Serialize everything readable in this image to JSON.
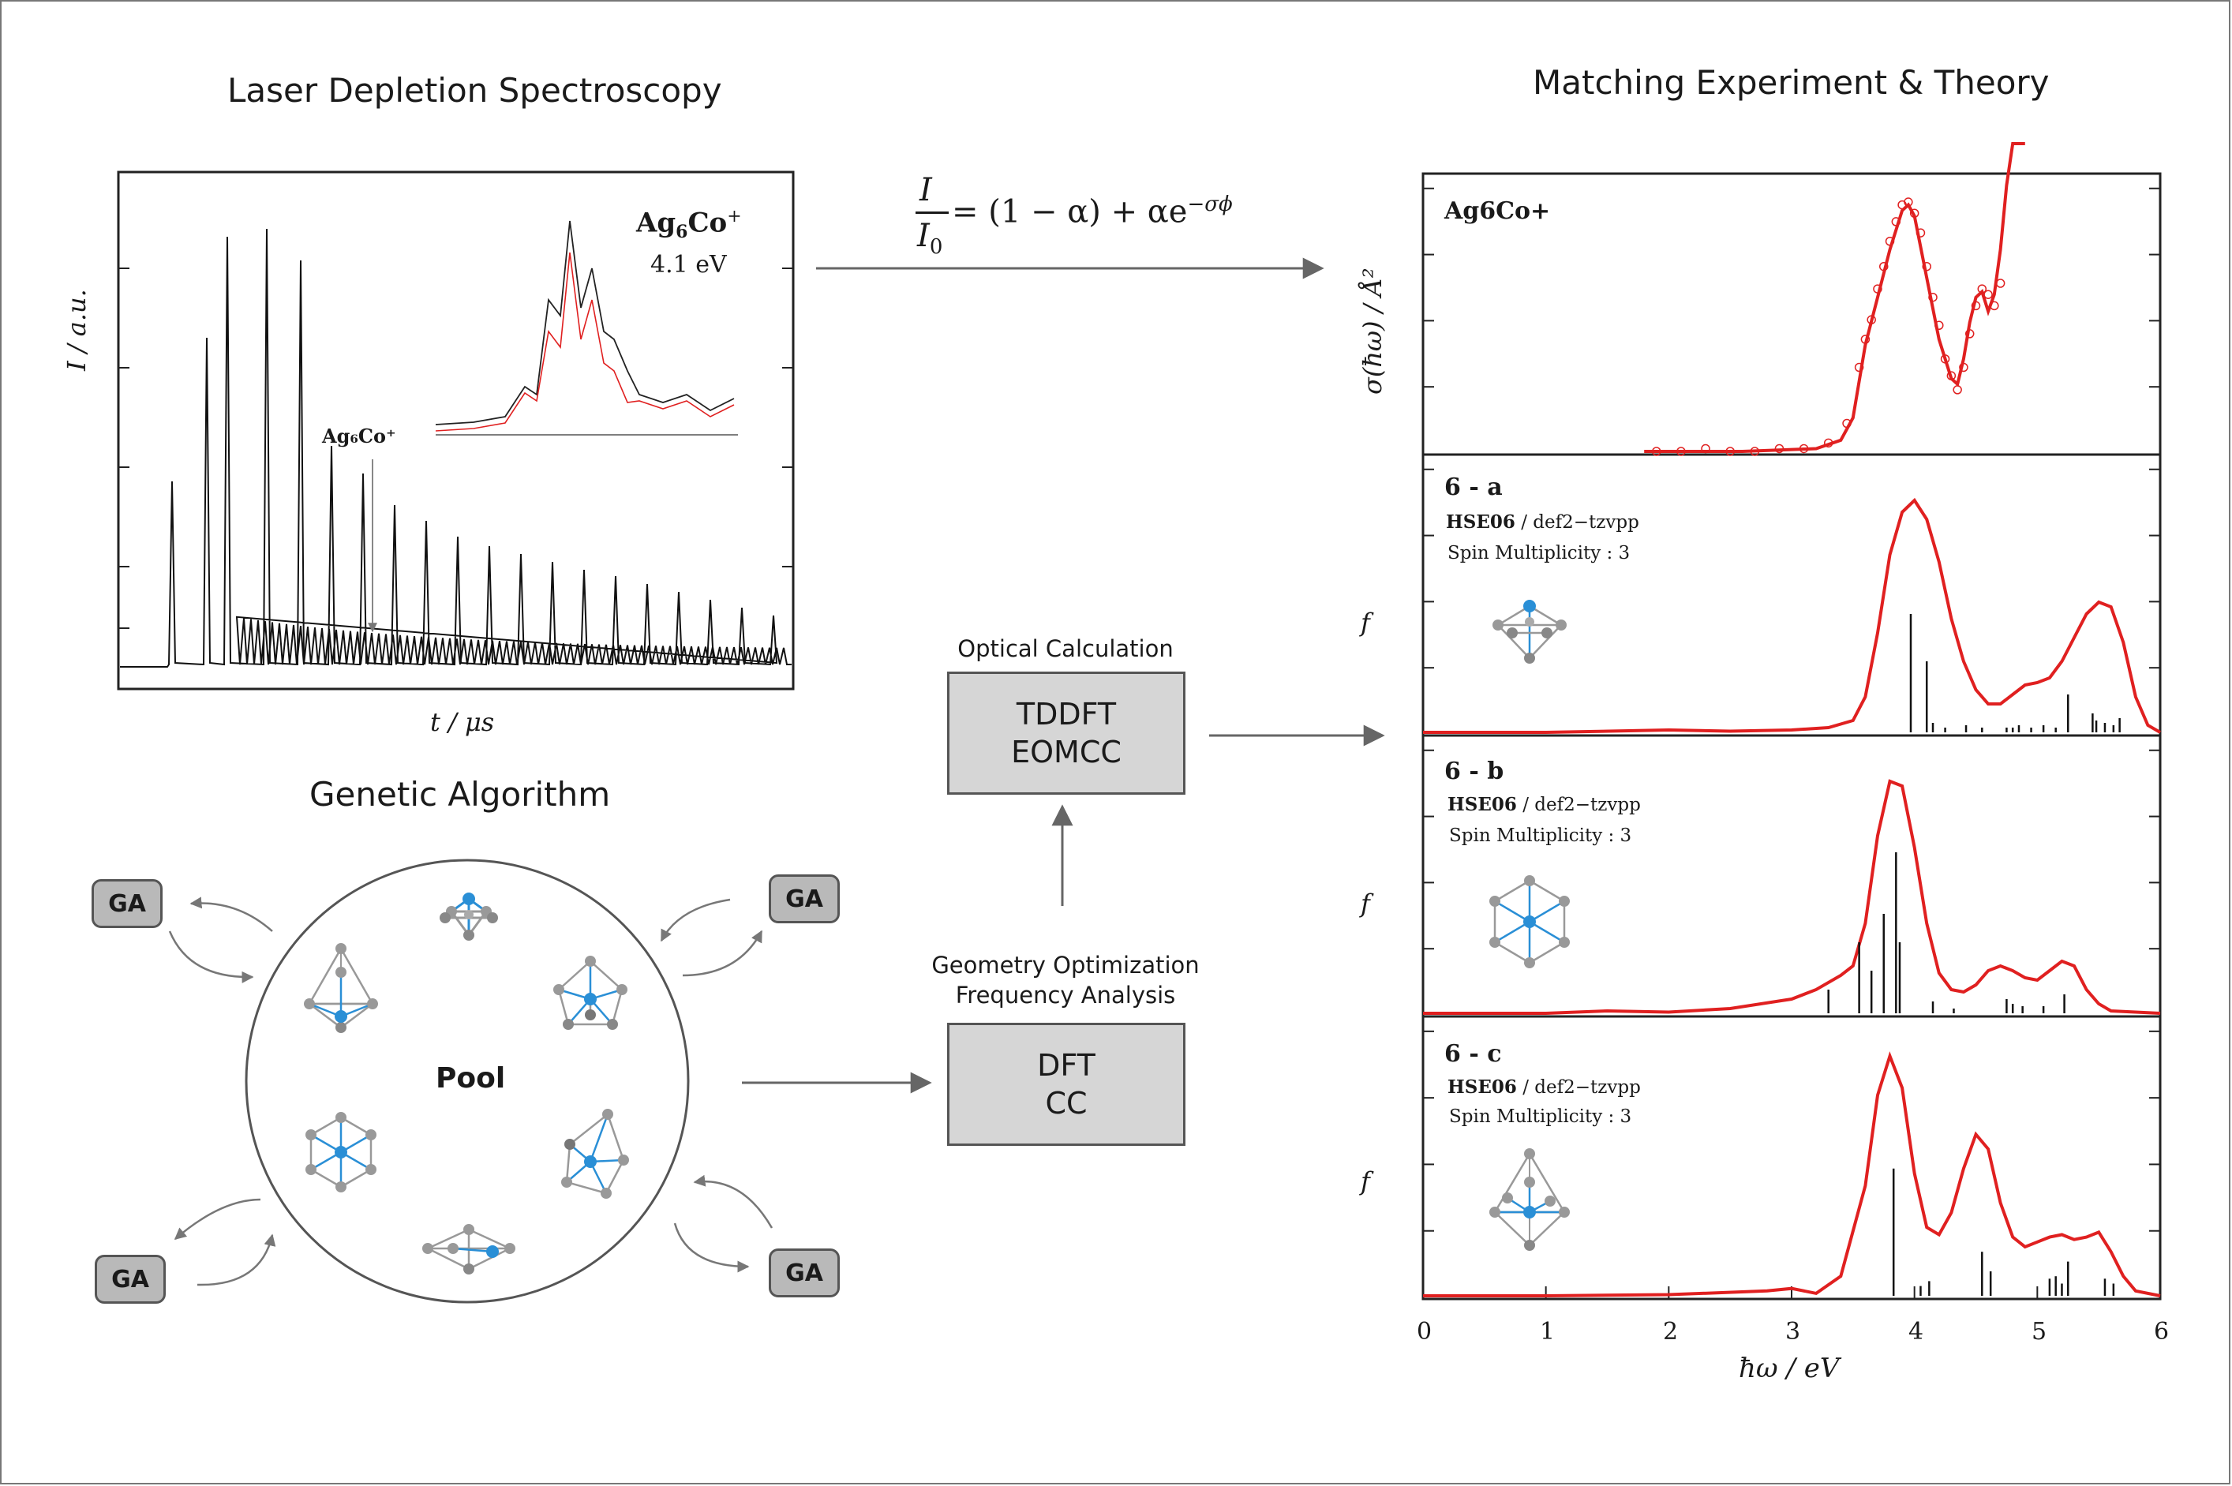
{
  "titles": {
    "laser": "Laser Depletion Spectroscopy",
    "matching": "Matching Experiment & Theory",
    "genetic": "Genetic Algorithm"
  },
  "equation": {
    "numerator": "I",
    "denominator_base": "I",
    "denominator_sub": "0",
    "rhs_main": "= (1 − α) + αe",
    "rhs_exponent": "−σϕ"
  },
  "mass_spectrum": {
    "ylabel": "I / a.u.",
    "xlabel": "t / μs",
    "species_base": "Ag",
    "species_sub": "6",
    "species_el": "Co",
    "species_sup": "+",
    "energy": "4.1 eV",
    "arrow_label": "Ag₆Co⁺"
  },
  "pool": {
    "label": "Pool"
  },
  "ga_label": "GA",
  "boxes": {
    "optical_title": "Optical Calculation",
    "optical_lines": [
      "TDDFT",
      "EOMCC"
    ],
    "geometry_title_1": "Geometry Optimization",
    "geometry_title_2": "Frequency Analysis",
    "geometry_lines": [
      "DFT",
      "CC"
    ]
  },
  "colors": {
    "red": "#e02020",
    "blue": "#2a8fd6",
    "gray": "#8a8a8a"
  },
  "chart_data": [
    {
      "type": "line",
      "title": "Ag6Co+",
      "ylabel": "σ(ħω) / Å²",
      "xlabel": "ħω / eV",
      "xlim": [
        0,
        6
      ],
      "series": [
        {
          "name": "fit",
          "x": [
            1.8,
            2.6,
            3.2,
            3.4,
            3.5,
            3.6,
            3.7,
            3.8,
            3.9,
            3.95,
            4.0,
            4.1,
            4.2,
            4.3,
            4.35,
            4.4,
            4.45,
            4.5,
            4.55,
            4.6,
            4.65,
            4.7,
            4.75,
            4.8,
            4.9
          ],
          "y": [
            0.0,
            0.0,
            0.01,
            0.04,
            0.12,
            0.38,
            0.55,
            0.72,
            0.86,
            0.88,
            0.84,
            0.62,
            0.4,
            0.26,
            0.24,
            0.33,
            0.46,
            0.55,
            0.57,
            0.5,
            0.56,
            0.72,
            0.95,
            1.2,
            1.6
          ]
        },
        {
          "name": "data",
          "x": [
            1.9,
            2.1,
            2.3,
            2.5,
            2.7,
            2.9,
            3.1,
            3.3,
            3.45,
            3.55,
            3.6,
            3.65,
            3.7,
            3.75,
            3.8,
            3.85,
            3.9,
            3.95,
            4.0,
            4.05,
            4.1,
            4.15,
            4.2,
            4.25,
            4.3,
            4.35,
            4.4,
            4.45,
            4.5,
            4.55,
            4.6,
            4.65,
            4.7
          ],
          "y": [
            0.0,
            0.0,
            0.01,
            0.0,
            0.0,
            0.01,
            0.01,
            0.03,
            0.1,
            0.3,
            0.4,
            0.47,
            0.58,
            0.66,
            0.75,
            0.82,
            0.88,
            0.89,
            0.85,
            0.78,
            0.66,
            0.55,
            0.45,
            0.33,
            0.27,
            0.22,
            0.3,
            0.42,
            0.52,
            0.58,
            0.56,
            0.52,
            0.6
          ]
        }
      ]
    },
    {
      "type": "line",
      "label": "6 - a",
      "method": "HSE06",
      "basis": "/ def2−tzvpp",
      "spin": "Spin Multiplicity : 3",
      "ylabel": "f",
      "xlim": [
        0,
        6
      ],
      "series": [
        {
          "name": "spectrum",
          "x": [
            0,
            1,
            2,
            2.5,
            3,
            3.3,
            3.5,
            3.6,
            3.7,
            3.8,
            3.9,
            4.0,
            4.1,
            4.2,
            4.3,
            4.4,
            4.5,
            4.6,
            4.7,
            4.8,
            4.9,
            5.0,
            5.1,
            5.2,
            5.3,
            5.4,
            5.5,
            5.6,
            5.7,
            5.8,
            5.9,
            6.0
          ],
          "y": [
            0,
            0,
            0.01,
            0.005,
            0.01,
            0.02,
            0.05,
            0.15,
            0.42,
            0.75,
            0.93,
            0.98,
            0.9,
            0.72,
            0.48,
            0.3,
            0.18,
            0.12,
            0.12,
            0.16,
            0.2,
            0.21,
            0.23,
            0.3,
            0.4,
            0.5,
            0.55,
            0.53,
            0.38,
            0.15,
            0.03,
            0.0
          ]
        },
        {
          "name": "sticks",
          "x": [
            3.97,
            4.1,
            4.15,
            4.25,
            4.42,
            4.55,
            4.75,
            4.8,
            4.85,
            4.95,
            5.05,
            5.15,
            5.25,
            5.45,
            5.48,
            5.55,
            5.62,
            5.67
          ],
          "y": [
            0.5,
            0.3,
            0.04,
            0.02,
            0.03,
            0.02,
            0.02,
            0.02,
            0.03,
            0.02,
            0.03,
            0.02,
            0.16,
            0.08,
            0.05,
            0.04,
            0.03,
            0.06
          ]
        }
      ]
    },
    {
      "type": "line",
      "label": "6 - b",
      "method": "HSE06",
      "basis": "/ def2−tzvpp",
      "spin": "Spin Multiplicity : 3",
      "ylabel": "f",
      "xlim": [
        0,
        6
      ],
      "series": [
        {
          "name": "spectrum",
          "x": [
            0,
            1,
            1.5,
            2,
            2.5,
            3,
            3.2,
            3.4,
            3.5,
            3.6,
            3.7,
            3.8,
            3.9,
            4.0,
            4.1,
            4.2,
            4.3,
            4.4,
            4.5,
            4.6,
            4.7,
            4.8,
            4.9,
            5.0,
            5.1,
            5.2,
            5.3,
            5.4,
            5.5,
            5.6,
            6.0
          ],
          "y": [
            0,
            0,
            0.01,
            0.005,
            0.02,
            0.06,
            0.1,
            0.16,
            0.2,
            0.38,
            0.75,
            0.98,
            0.96,
            0.7,
            0.38,
            0.17,
            0.1,
            0.09,
            0.12,
            0.18,
            0.2,
            0.18,
            0.15,
            0.14,
            0.18,
            0.22,
            0.2,
            0.1,
            0.04,
            0.01,
            0.0
          ]
        },
        {
          "name": "sticks",
          "x": [
            3.3,
            3.55,
            3.65,
            3.75,
            3.85,
            3.88,
            4.15,
            4.32,
            4.75,
            4.8,
            4.88,
            5.05,
            5.22
          ],
          "y": [
            0.1,
            0.3,
            0.18,
            0.42,
            0.68,
            0.3,
            0.05,
            0.02,
            0.06,
            0.04,
            0.03,
            0.03,
            0.08
          ]
        }
      ]
    },
    {
      "type": "line",
      "label": "6 - c",
      "method": "HSE06",
      "basis": "/ def2−tzvpp",
      "spin": "Spin Multiplicity : 3",
      "ylabel": "f",
      "xlabel": "ħω / eV",
      "xlim": [
        0,
        6
      ],
      "xticks": [
        "0",
        "1",
        "2",
        "3",
        "4",
        "5",
        "6"
      ],
      "series": [
        {
          "name": "spectrum",
          "x": [
            0,
            1,
            2,
            2.8,
            3,
            3.2,
            3.4,
            3.6,
            3.7,
            3.8,
            3.9,
            4.0,
            4.1,
            4.2,
            4.3,
            4.4,
            4.5,
            4.6,
            4.7,
            4.8,
            4.9,
            5.0,
            5.1,
            5.2,
            5.3,
            5.4,
            5.5,
            5.6,
            5.7,
            5.8,
            6.0
          ],
          "y": [
            0,
            0,
            0.005,
            0.02,
            0.03,
            0.01,
            0.08,
            0.45,
            0.82,
            0.98,
            0.85,
            0.5,
            0.28,
            0.25,
            0.34,
            0.52,
            0.66,
            0.6,
            0.38,
            0.24,
            0.2,
            0.22,
            0.24,
            0.25,
            0.23,
            0.24,
            0.26,
            0.18,
            0.08,
            0.02,
            0.0
          ]
        },
        {
          "name": "sticks",
          "x": [
            3.83,
            4.05,
            4.12,
            4.55,
            4.62,
            5.1,
            5.15,
            5.2,
            5.25,
            5.55,
            5.62
          ],
          "y": [
            0.52,
            0.04,
            0.06,
            0.18,
            0.1,
            0.07,
            0.08,
            0.05,
            0.14,
            0.07,
            0.05
          ]
        }
      ]
    }
  ]
}
